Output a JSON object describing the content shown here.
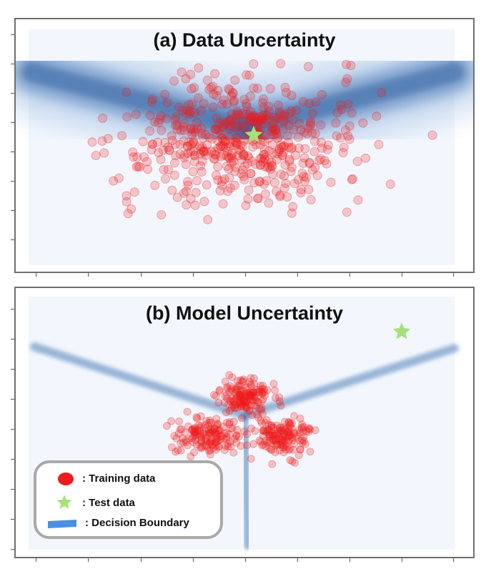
{
  "panel_a": {
    "title": "(a) Data Uncertainty"
  },
  "panel_b": {
    "title": "(b) Model Uncertainty",
    "legend": [
      {
        "symbol": "red-dot",
        "label": ": Training data"
      },
      {
        "symbol": "green-star",
        "label": ": Test data"
      },
      {
        "symbol": "blue-bar",
        "label": ": Decision Boundary"
      }
    ]
  },
  "colors": {
    "training": "#ee1c1c",
    "test": "#a6e07a",
    "boundary": "#3d6fb0",
    "legend_boundary": "#4a8fe0",
    "background_tint": "#eef4fc",
    "frame": "#6e6e6e"
  }
}
